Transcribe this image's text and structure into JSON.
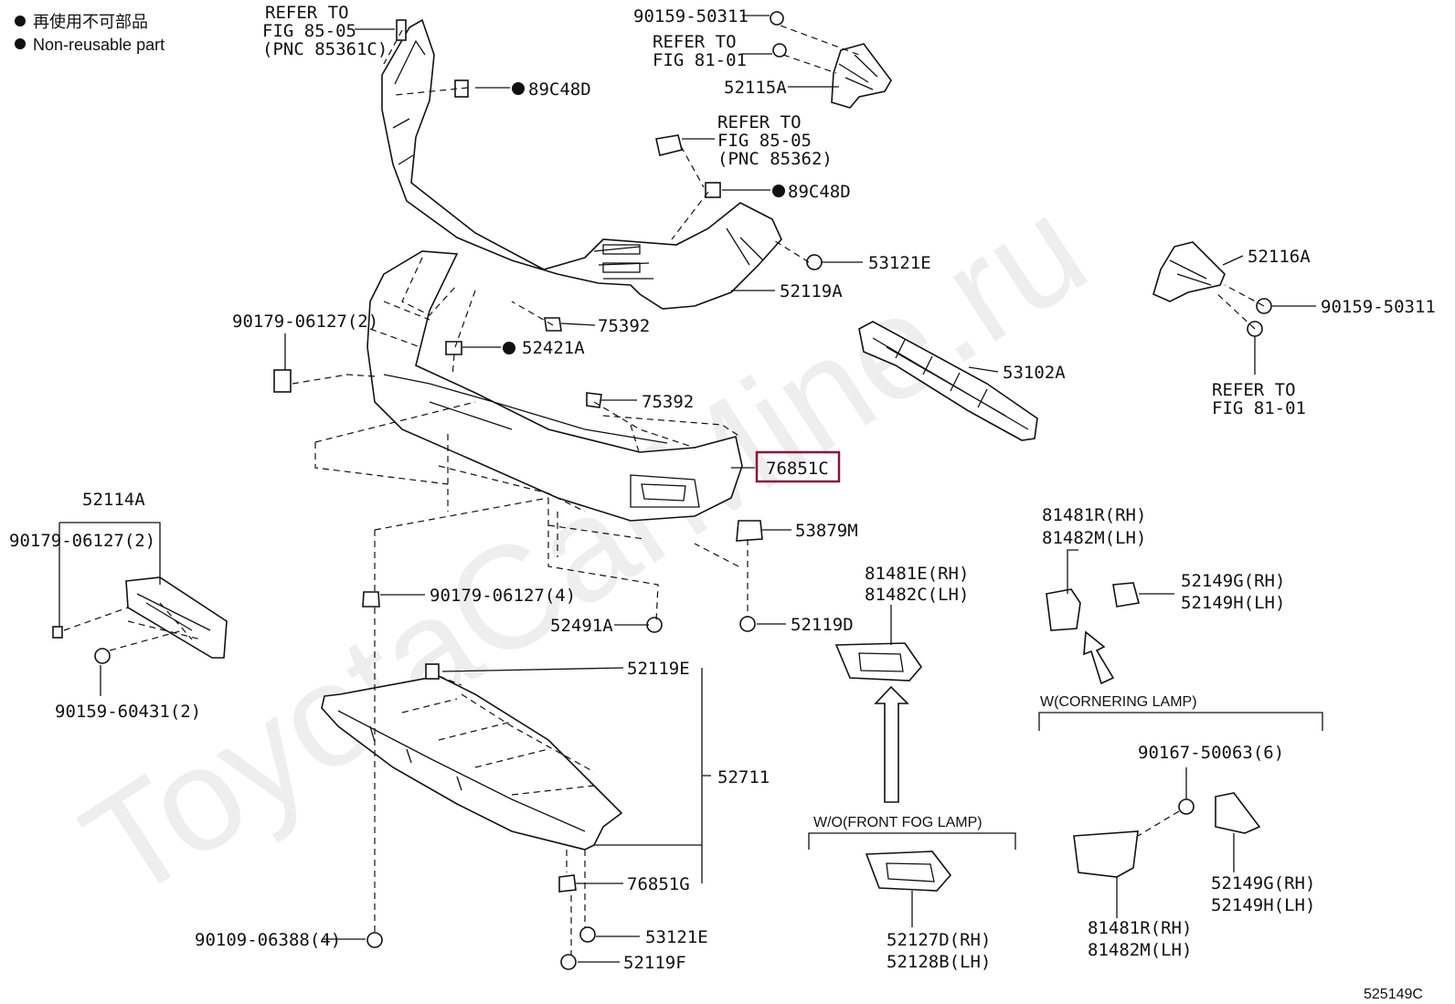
{
  "legend": {
    "symbol": "●",
    "text_jp": "再使用不可部品",
    "text_en": "Non-reusable part"
  },
  "watermark": "ToyotaCarMine.ru",
  "diagram_code": "525149C",
  "highlight_color": "#8a1538",
  "refer": {
    "r1": [
      "REFER TO",
      "FIG 85-05",
      "(PNC 85361C)"
    ],
    "r2": [
      "REFER TO",
      "FIG 81-01"
    ],
    "r3": [
      "REFER TO",
      "FIG 85-05",
      "(PNC 85362)"
    ],
    "r4": [
      "REFER TO",
      "FIG 81-01"
    ]
  },
  "groups": {
    "cornering": "W(CORNERING LAMP)",
    "no_fog": "W/O(FRONT FOG LAMP)"
  },
  "parts": {
    "p_90159_50311_top": "90159-50311",
    "p_52115A": "52115A",
    "p_89C48D_a": "89C48D",
    "p_89C48D_b": "89C48D",
    "p_53121E_a": "53121E",
    "p_52116A": "52116A",
    "p_90159_50311_r": "90159-50311",
    "p_52119A": "52119A",
    "p_75392_a": "75392",
    "p_90179_06127_2a": "90179-06127(2)",
    "p_52421A": "52421A",
    "p_53102A": "53102A",
    "p_75392_b": "75392",
    "p_76851C": "76851C",
    "p_52114A": "52114A",
    "p_90179_06127_2b": "90179-06127(2)",
    "p_53879M": "53879M",
    "p_81481R_a": "81481R(RH)",
    "p_81482M_a": "81482M(LH)",
    "p_81481E": "81481E(RH)",
    "p_81482C": "81482C(LH)",
    "p_52149G_a": "52149G(RH)",
    "p_52149H_a": "52149H(LH)",
    "p_90179_06127_4": "90179-06127(4)",
    "p_52491A": "52491A",
    "p_52119D": "52119D",
    "p_90159_60431": "90159-60431(2)",
    "p_52119E": "52119E",
    "p_52711": "52711",
    "p_90167_50063": "90167-50063(6)",
    "p_76851G": "76851G",
    "p_90109_06388": "90109-06388(4)",
    "p_53121E_b": "53121E",
    "p_52119F": "52119F",
    "p_52127D": "52127D(RH)",
    "p_52128B": "52128B(LH)",
    "p_52149G_b": "52149G(RH)",
    "p_52149H_b": "52149H(LH)",
    "p_81481R_b": "81481R(RH)",
    "p_81482M_b": "81482M(LH)"
  }
}
